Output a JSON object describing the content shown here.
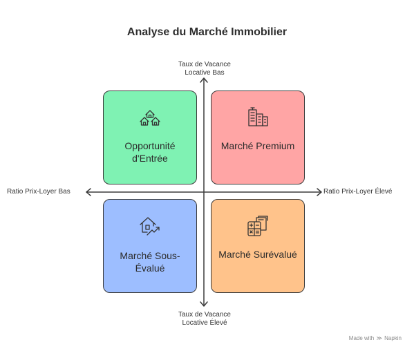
{
  "diagram": {
    "title": "Analyse du Marché Immobilier",
    "axes": {
      "top": "Taux de Vacance\nLocative Bas",
      "bottom": "Taux de Vacance\nLocative Élevé",
      "left": "Ratio Prix-Loyer Bas",
      "right": "Ratio Prix-Loyer Élevé"
    },
    "quadrants": {
      "top_left": {
        "label": "Opportunité d'Entrée",
        "icon": "houses-icon",
        "color": "#7ff2b3"
      },
      "top_right": {
        "label": "Marché Premium",
        "icon": "buildings-icon",
        "color": "#ffa5a5"
      },
      "bottom_left": {
        "label": "Marché Sous-Évalué",
        "icon": "house-trend-up-icon",
        "color": "#9dbeff"
      },
      "bottom_right": {
        "label": "Marché Surévalué",
        "icon": "calculator-icon",
        "color": "#ffc38b"
      }
    }
  },
  "watermark": {
    "prefix": "Made with",
    "brand": "Napkin"
  }
}
